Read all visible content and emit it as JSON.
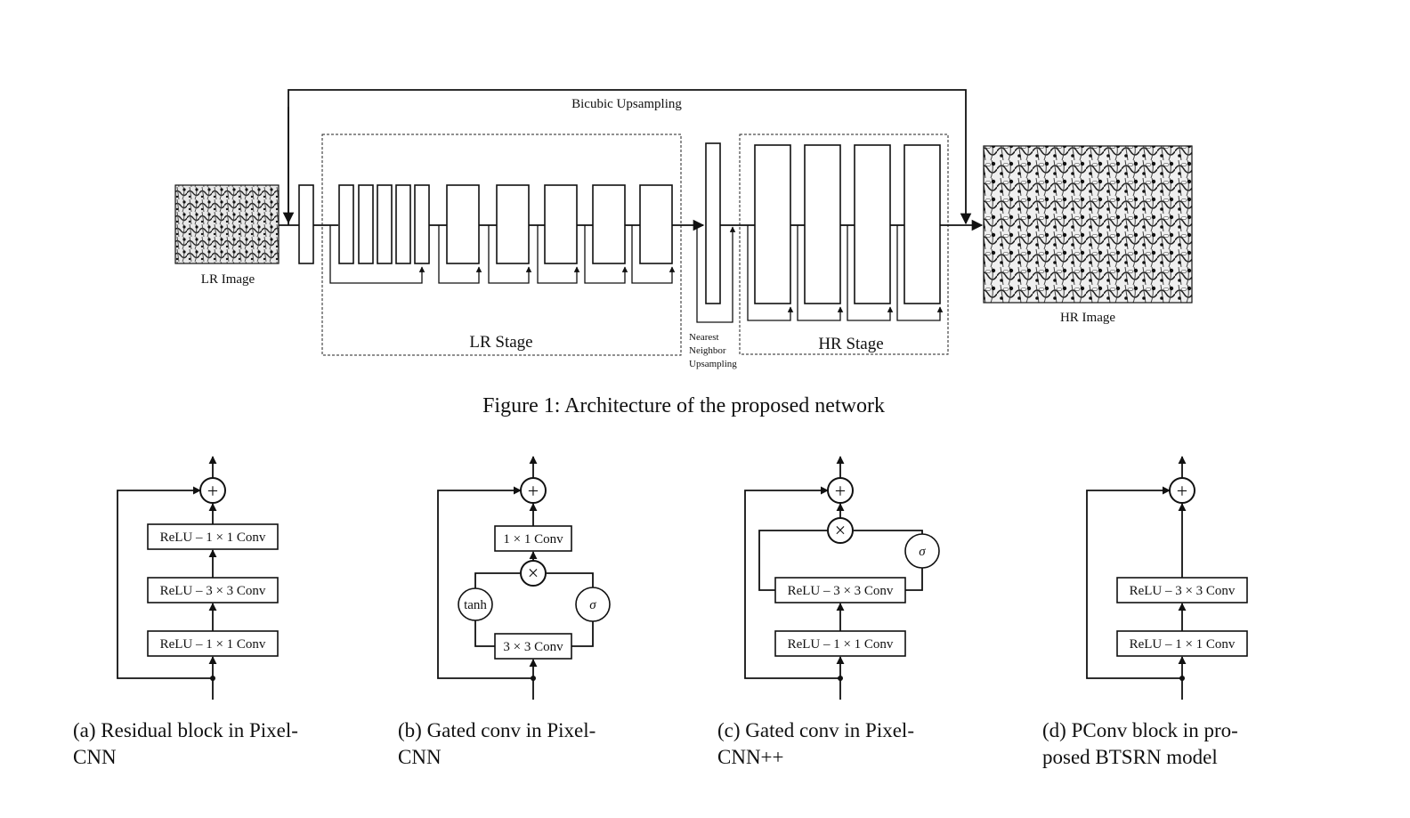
{
  "figure1": {
    "bicubic_label": "Bicubic Upsampling",
    "lr_image_label": "LR Image",
    "hr_image_label": "HR Image",
    "lr_stage_label": "LR Stage",
    "hr_stage_label": "HR Stage",
    "nn_label_1": "Nearest",
    "nn_label_2": "Neighbor",
    "nn_label_3": "Upsampling",
    "caption": "Figure 1: Architecture of the proposed network"
  },
  "blocks": {
    "a": {
      "layer_top": "ReLU – 1 × 1 Conv",
      "layer_mid": "ReLU – 3 × 3 Conv",
      "layer_bot": "ReLU – 1 × 1 Conv",
      "caption_1": "(a) Residual block in Pixel-",
      "caption_2": "CNN"
    },
    "b": {
      "layer_top": "1 × 1 Conv",
      "layer_bot": "3 × 3 Conv",
      "tanh": "tanh",
      "sigma": "σ",
      "caption_1": "(b)  Gated  conv  in  Pixel-",
      "caption_2": "CNN"
    },
    "c": {
      "layer_mid": "ReLU – 3 × 3 Conv",
      "layer_bot": "ReLU – 1 × 1 Conv",
      "sigma": "σ",
      "caption_1": "(c)  Gated  conv  in  Pixel-",
      "caption_2": "CNN++"
    },
    "d": {
      "layer_mid": "ReLU – 3 × 3 Conv",
      "layer_bot": "ReLU – 1 × 1 Conv",
      "caption_1": "(d)  PConv  block  in  pro-",
      "caption_2": "posed BTSRN model"
    },
    "plus_symbol": "+",
    "times_symbol": "×"
  }
}
